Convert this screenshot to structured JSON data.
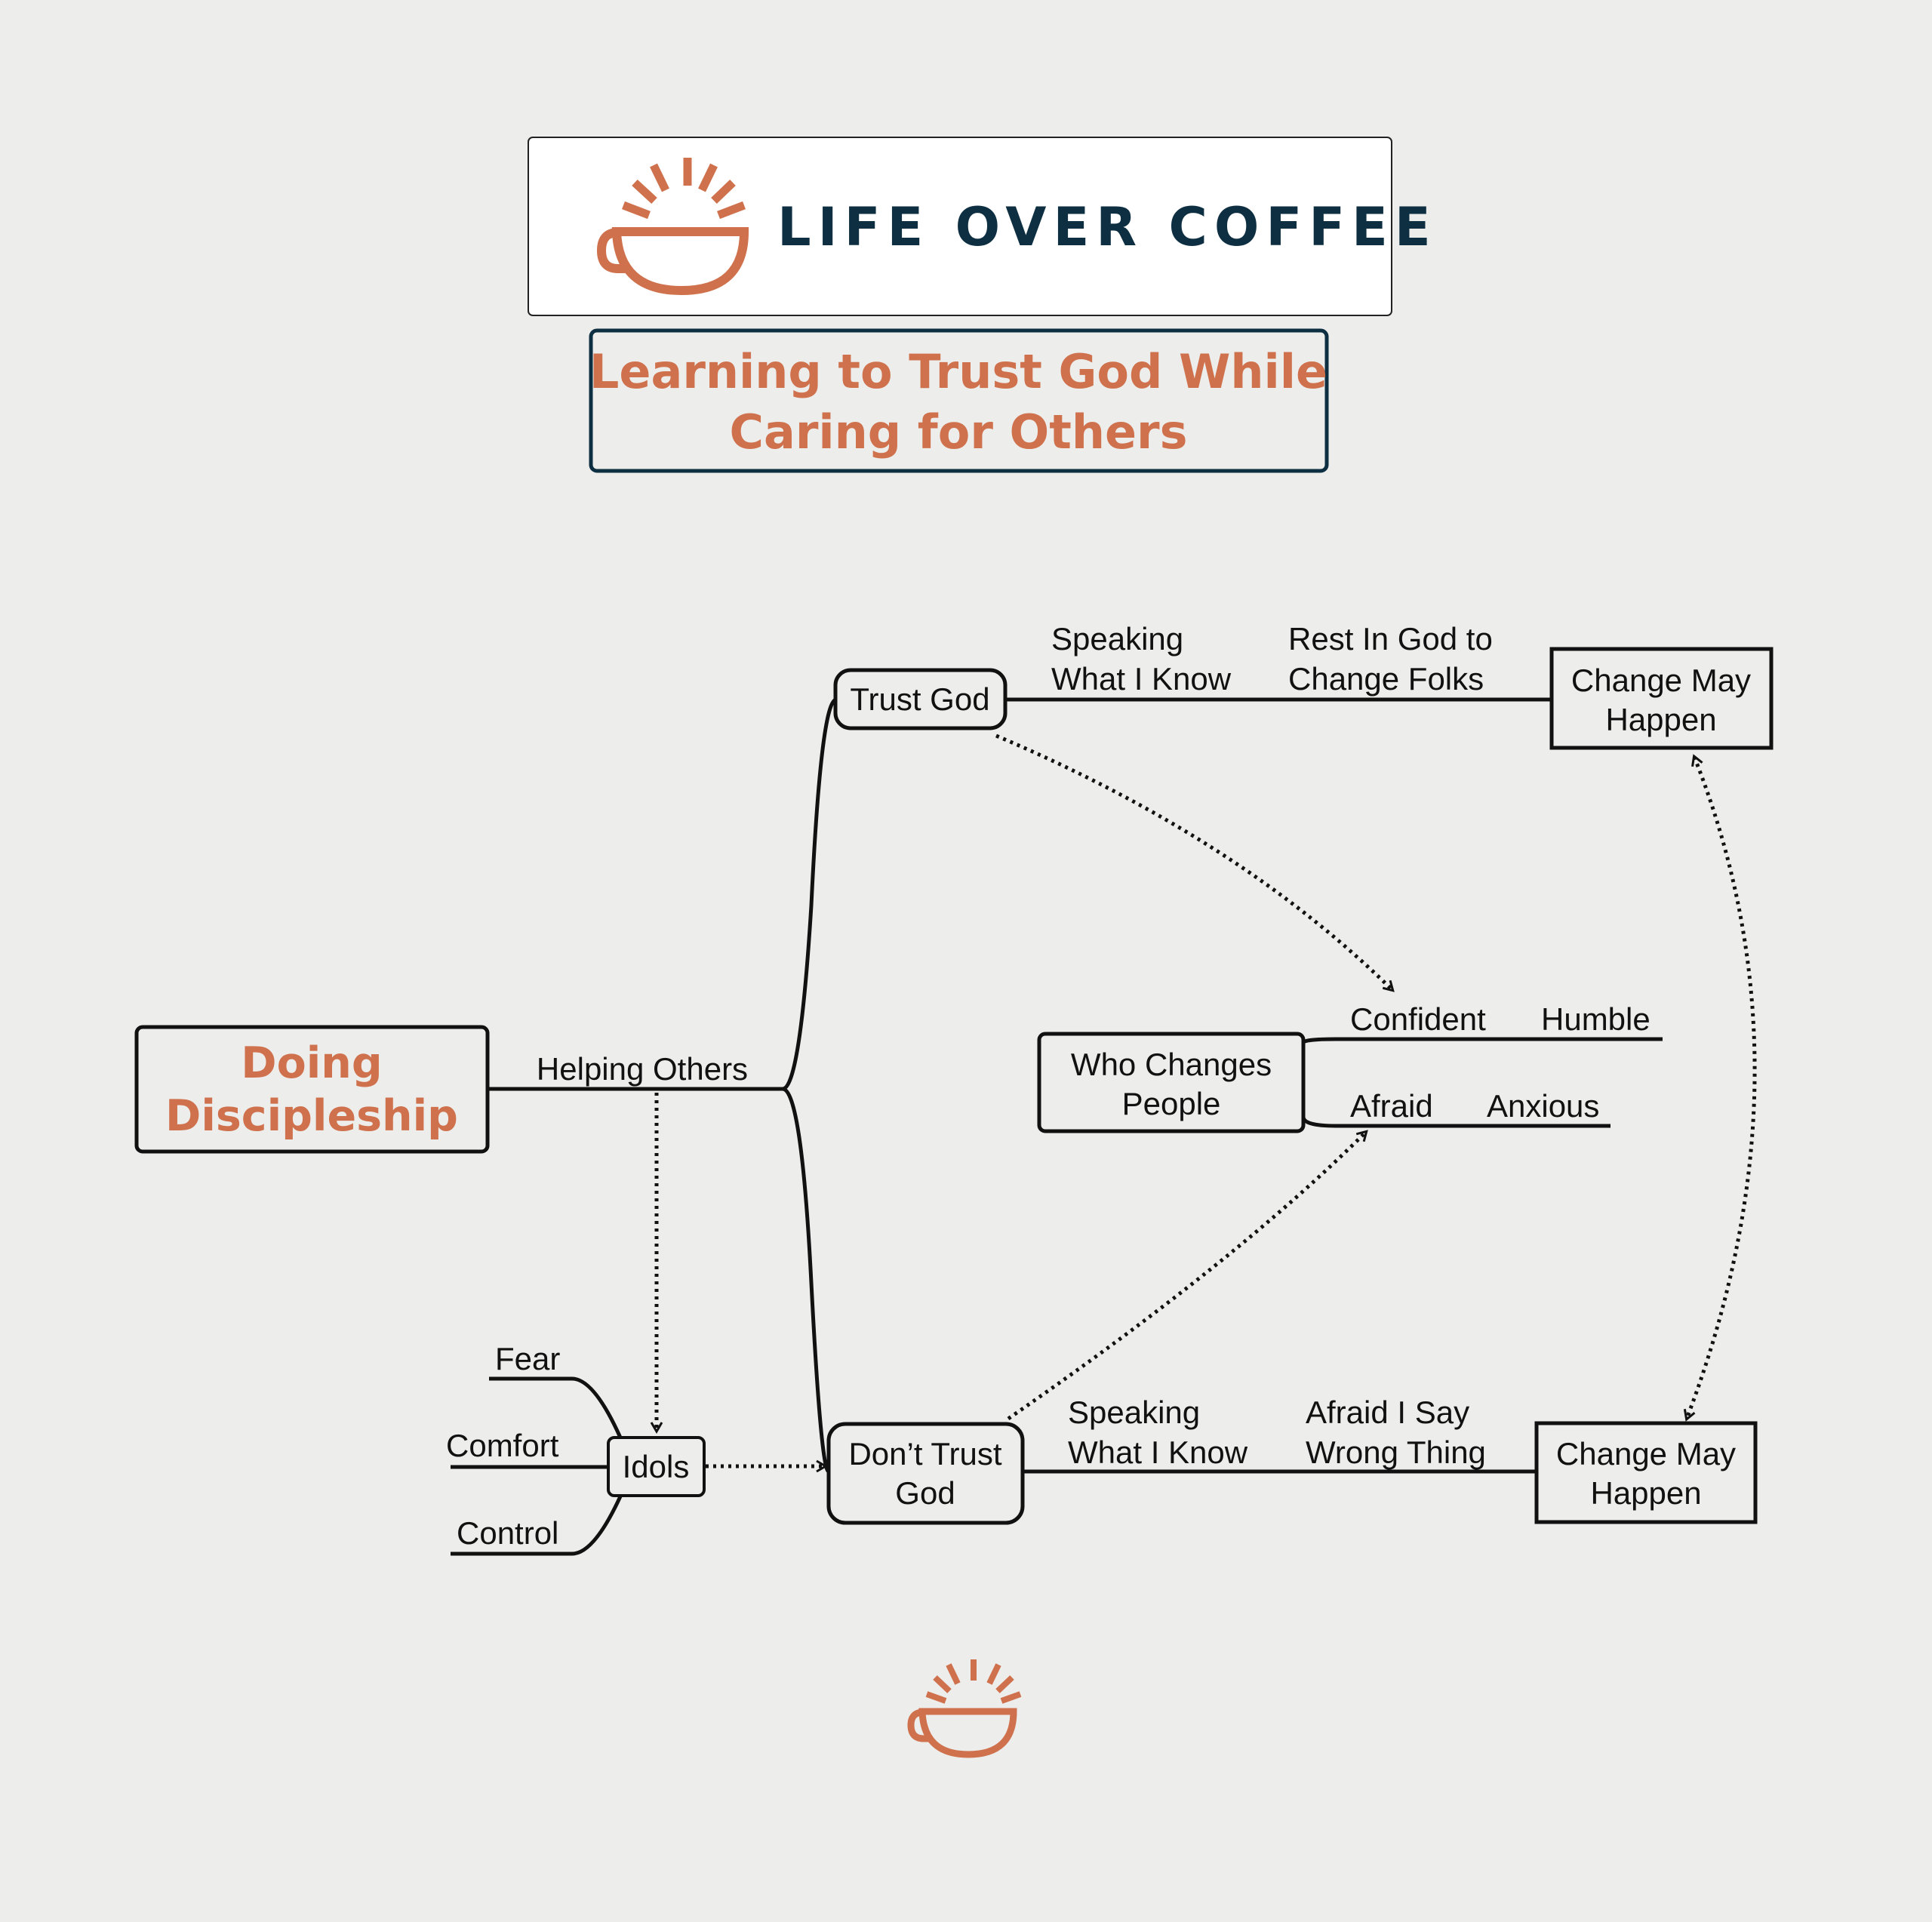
{
  "colors": {
    "background": "#ededec",
    "accent": "#cf714c",
    "brand_navy": "#0e2f42",
    "ink": "#111111"
  },
  "brand": {
    "name": "LIFE OVER COFFEE",
    "logo_icon": "coffee-cup-sunrise-icon"
  },
  "title": {
    "line1": "Learning to Trust God While",
    "line2": "Caring for Others"
  },
  "diagram": {
    "root": {
      "line1": "Doing",
      "line2": "Discipleship"
    },
    "root_branch": "Helping Others",
    "trust_god": {
      "node": "Trust God",
      "branch1": {
        "line1": "Speaking",
        "line2": "What I Know"
      },
      "branch2": {
        "line1": "Rest In God to",
        "line2": "Change Folks"
      },
      "outcome": {
        "line1": "Change May",
        "line2": "Happen"
      }
    },
    "dont_trust_god": {
      "node": {
        "line1": "Don’t Trust",
        "line2": "God"
      },
      "branch1": {
        "line1": "Speaking",
        "line2": "What I Know"
      },
      "branch2": {
        "line1": "Afraid I Say",
        "line2": "Wrong Thing"
      },
      "outcome": {
        "line1": "Change May",
        "line2": "Happen"
      }
    },
    "who_changes": {
      "node": {
        "line1": "Who Changes",
        "line2": "People"
      },
      "upper": {
        "first": "Confident",
        "second": "Humble"
      },
      "lower": {
        "first": "Afraid",
        "second": "Anxious"
      }
    },
    "idols": {
      "node": "Idols",
      "items": [
        "Fear",
        "Comfort",
        "Control"
      ]
    }
  },
  "footer": {
    "logo_icon": "coffee-cup-sunrise-icon"
  }
}
